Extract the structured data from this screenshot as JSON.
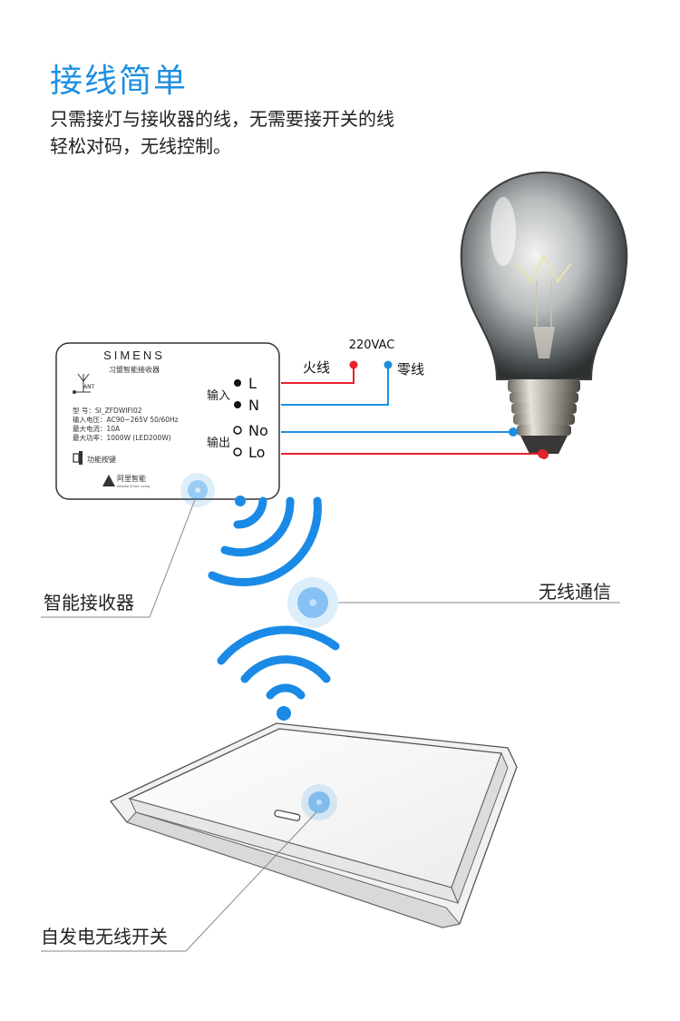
{
  "title": "接线简单",
  "description": [
    "只需接灯与接收器的线，无需要接开关的线",
    "轻松对码，无线控制。"
  ],
  "receiver": {
    "brand": "SIMENS",
    "subtitle": "习盟智能接收器",
    "antenna": "ANT",
    "specs": [
      "型      号：SI_ZFDWIFI02",
      "输入电压：AC90~265V  50/60Hz",
      "最大电流：10A",
      "最大功率：1000W (LED200W)"
    ],
    "button_label": "功能按键",
    "logo_text": "阿里智能",
    "logo_sub": "Alibaba Smart Living",
    "input_label": "输入",
    "output_label": "输出",
    "terminals": [
      "L",
      "N",
      "No",
      "Lo"
    ]
  },
  "wiring": {
    "voltage": "220VAC",
    "live_label": "火线",
    "neutral_label": "零线",
    "live_color": "#e5212a",
    "neutral_color": "#1e8fe0"
  },
  "callouts": {
    "receiver": "智能接收器",
    "wireless": "无线通信",
    "switch": "自发电无线开关"
  },
  "colors": {
    "accent": "#1f8fe0",
    "signal": "#1a8ae6",
    "callout_line": "#888888"
  }
}
